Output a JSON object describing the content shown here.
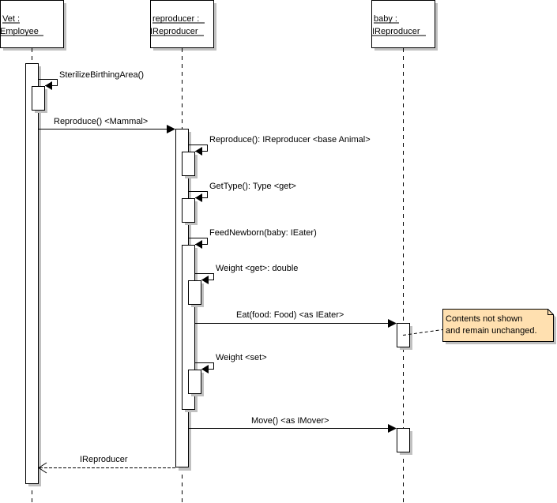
{
  "lifelines": [
    {
      "id": "vet",
      "name_line1": "Vet :",
      "name_line2": "Employee"
    },
    {
      "id": "reproducer",
      "name_line1": "reproducer :",
      "name_line2": "IReproducer"
    },
    {
      "id": "baby",
      "name_line1": "baby :",
      "name_line2": "IReproducer"
    }
  ],
  "messages": [
    {
      "id": "sterilize",
      "label": "SterilizeBirthingArea()",
      "kind": "self",
      "from": "vet"
    },
    {
      "id": "reproduce-mammal",
      "label": "Reproduce() <Mammal>",
      "kind": "sync",
      "from": "vet",
      "to": "reproducer"
    },
    {
      "id": "reproduce-base",
      "label": "Reproduce(): IReproducer <base Animal>",
      "kind": "self",
      "from": "reproducer"
    },
    {
      "id": "gettype",
      "label": "GetType(): Type <get>",
      "kind": "self",
      "from": "reproducer"
    },
    {
      "id": "feednewborn",
      "label": "FeedNewborn(baby: IEater)",
      "kind": "self",
      "from": "reproducer"
    },
    {
      "id": "weight-get",
      "label": "Weight <get>: double",
      "kind": "self",
      "from": "reproducer"
    },
    {
      "id": "eat",
      "label": "Eat(food: Food) <as IEater>",
      "kind": "sync",
      "from": "reproducer",
      "to": "baby"
    },
    {
      "id": "weight-set",
      "label": "Weight <set>",
      "kind": "self",
      "from": "reproducer"
    },
    {
      "id": "move",
      "label": "Move() <as IMover>",
      "kind": "sync",
      "from": "reproducer",
      "to": "baby"
    },
    {
      "id": "return",
      "label": "IReproducer",
      "kind": "return",
      "from": "reproducer",
      "to": "vet"
    }
  ],
  "note": {
    "line1": "Contents not shown",
    "line2": "and remain unchanged.",
    "fill": "#ffe0b0"
  },
  "colors": {
    "line": "#000000",
    "shadow": "#c0c0c0",
    "box_fill": "#ffffff"
  }
}
